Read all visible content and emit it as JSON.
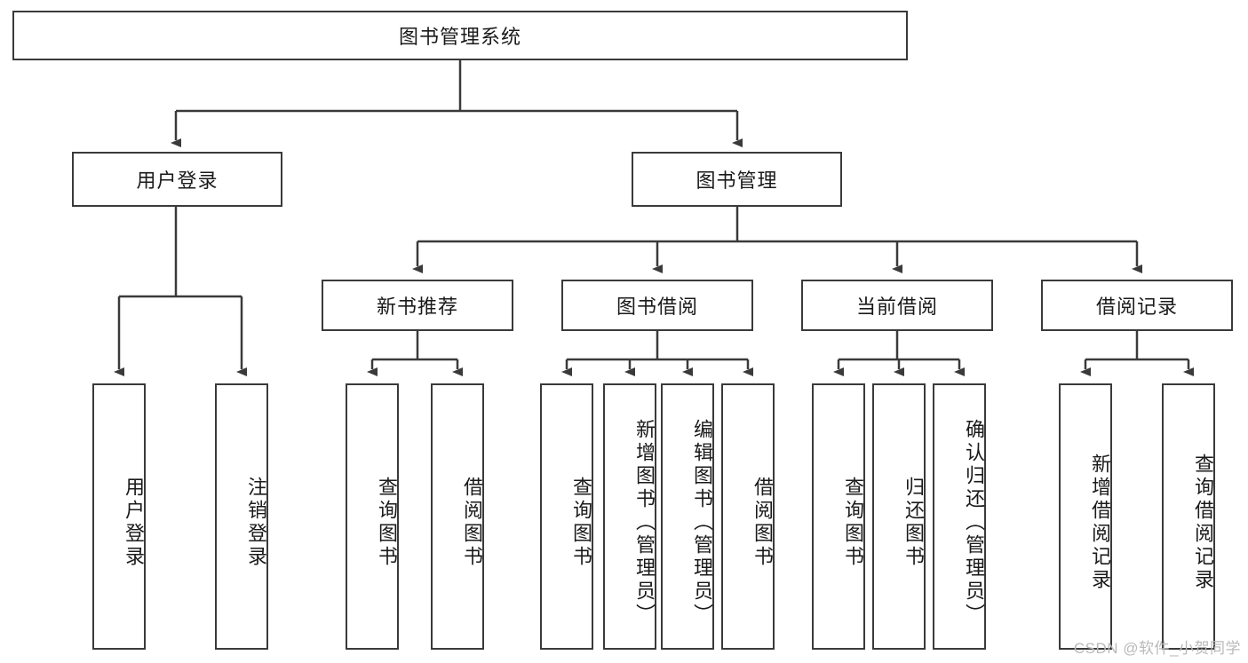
{
  "diagram": {
    "type": "hierarchy-tree",
    "title": "图书管理系统",
    "root": {
      "label": "图书管理系统"
    },
    "level2": [
      {
        "label": "用户登录"
      },
      {
        "label": "图书管理"
      }
    ],
    "level3": [
      {
        "label": "新书推荐"
      },
      {
        "label": "图书借阅"
      },
      {
        "label": "当前借阅"
      },
      {
        "label": "借阅记录"
      }
    ],
    "leaves": {
      "user_login": [
        {
          "label": "用户登录"
        },
        {
          "label": "注销登录"
        }
      ],
      "new_book_recommend": [
        {
          "label": "查询图书"
        },
        {
          "label": "借阅图书"
        }
      ],
      "book_borrow": [
        {
          "label": "查询图书"
        },
        {
          "label": "新增图书（管理员）"
        },
        {
          "label": "编辑图书（管理员）"
        },
        {
          "label": "借阅图书"
        }
      ],
      "current_borrow": [
        {
          "label": "查询图书"
        },
        {
          "label": "归还图书"
        },
        {
          "label": "确认归还（管理员）"
        }
      ],
      "borrow_record": [
        {
          "label": "新增借阅记录"
        },
        {
          "label": "查询借阅记录"
        }
      ]
    }
  },
  "watermark": {
    "text": "CSDN @软件_小贺同学"
  },
  "colors": {
    "stroke": "#3a3a3a",
    "background": "#ffffff",
    "text": "#1a1a1a",
    "watermark": "#b9b9b9"
  }
}
